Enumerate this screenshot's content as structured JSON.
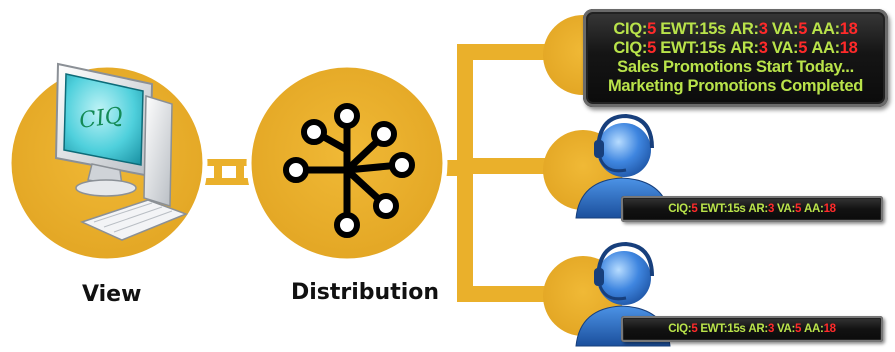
{
  "labels": {
    "view": "View",
    "distribution": "Distribution"
  },
  "screen_logo": "CIQ",
  "tickers": {
    "wallboard": {
      "rows": [
        [
          {
            "t": "CIQ:",
            "c": "g"
          },
          {
            "t": "5",
            "c": "r"
          },
          {
            "t": " EWT:15s ",
            "c": "g"
          },
          {
            "t": "AR:",
            "c": "g"
          },
          {
            "t": "3",
            "c": "r"
          },
          {
            "t": " VA:",
            "c": "g"
          },
          {
            "t": "5",
            "c": "r"
          },
          {
            "t": " AA:",
            "c": "g"
          },
          {
            "t": "18",
            "c": "r"
          }
        ],
        [
          {
            "t": "CIQ:",
            "c": "g"
          },
          {
            "t": "5",
            "c": "r"
          },
          {
            "t": " EWT:15s ",
            "c": "g"
          },
          {
            "t": "AR:",
            "c": "g"
          },
          {
            "t": "3",
            "c": "r"
          },
          {
            "t": " VA:",
            "c": "g"
          },
          {
            "t": "5",
            "c": "r"
          },
          {
            "t": " AA:",
            "c": "g"
          },
          {
            "t": "18",
            "c": "r"
          }
        ],
        [
          {
            "t": "Sales Promotions Start Today...",
            "c": "g"
          }
        ],
        [
          {
            "t": "Marketing Promotions Completed",
            "c": "g"
          }
        ]
      ]
    },
    "agent1": {
      "rows": [
        [
          {
            "t": "CIQ:",
            "c": "g"
          },
          {
            "t": "5",
            "c": "r"
          },
          {
            "t": " EWT:15s ",
            "c": "g"
          },
          {
            "t": "AR:",
            "c": "g"
          },
          {
            "t": "3",
            "c": "r"
          },
          {
            "t": " VA:",
            "c": "g"
          },
          {
            "t": "5",
            "c": "r"
          },
          {
            "t": " AA:",
            "c": "g"
          },
          {
            "t": "18",
            "c": "r"
          }
        ]
      ]
    },
    "agent2": {
      "rows": [
        [
          {
            "t": "CIQ:",
            "c": "g"
          },
          {
            "t": "5",
            "c": "r"
          },
          {
            "t": " EWT:15s ",
            "c": "g"
          },
          {
            "t": "AR:",
            "c": "g"
          },
          {
            "t": "3",
            "c": "r"
          },
          {
            "t": " VA:",
            "c": "g"
          },
          {
            "t": "5",
            "c": "r"
          },
          {
            "t": " AA:",
            "c": "g"
          },
          {
            "t": "18",
            "c": "r"
          }
        ]
      ]
    }
  },
  "colors": {
    "gold": "#eab02b",
    "gold_dark": "#c8901a",
    "ticker_green": "#b9e34a",
    "ticker_red": "#ff2a2a",
    "agent_blue": "#2f6fcf"
  },
  "icons": [
    "computer-icon",
    "network-hub-icon",
    "agent-headset-icon",
    "agent-headset-icon"
  ]
}
